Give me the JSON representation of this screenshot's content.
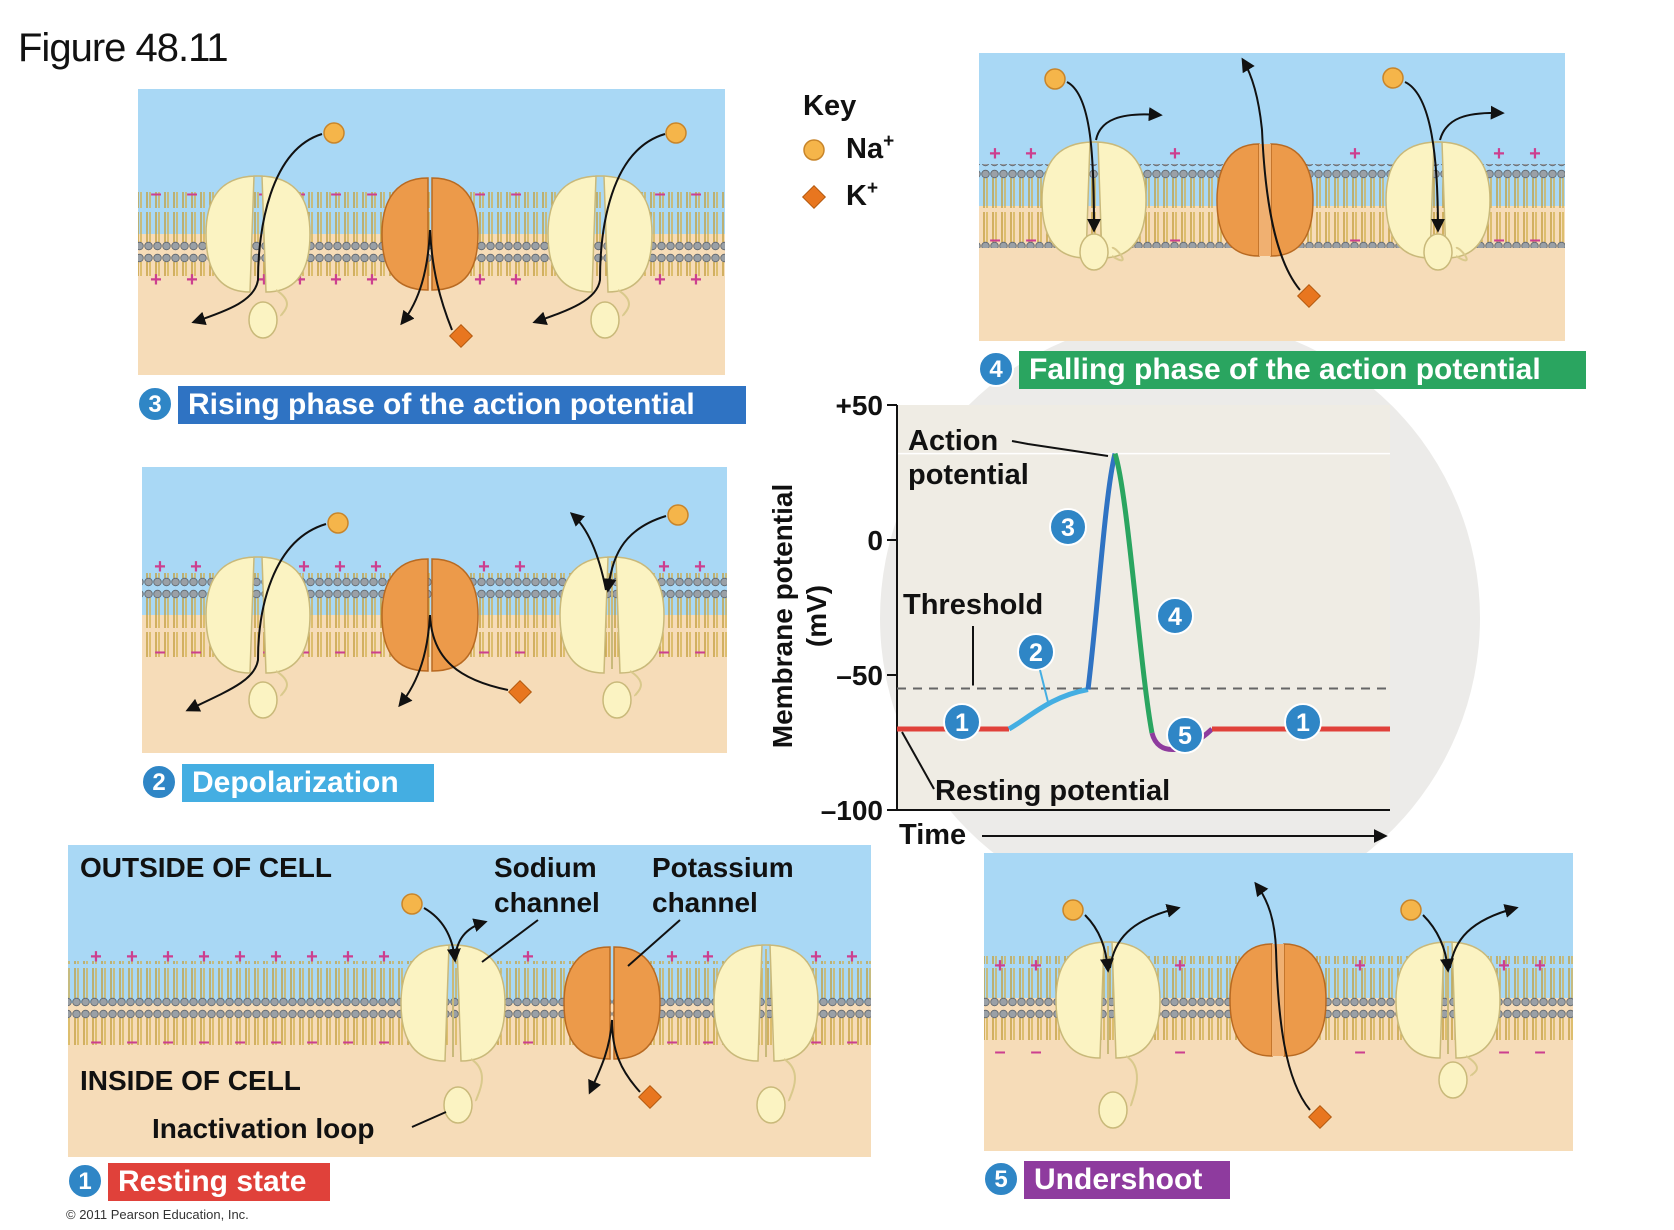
{
  "figure_title": "Figure 48.11",
  "copyright": "© 2011 Pearson Education, Inc.",
  "colors": {
    "outside": "#a9d8f5",
    "inside": "#f6dcb8",
    "na_channel": "#fbf3c2",
    "k_channel": "#ec9a4a",
    "na_ion": "#f5b54a",
    "k_ion": "#e8761f",
    "badge": "#2f86c6",
    "phase_resting": "#e0413a",
    "phase_depolarization": "#44aee2",
    "phase_rising": "#2f73c3",
    "phase_falling": "#2aa560",
    "phase_undershoot": "#8e3b9e",
    "graph_bg": "#efece4"
  },
  "key": {
    "title": "Key",
    "na_label": "Na",
    "na_charge": "+",
    "k_label": "K",
    "k_charge": "+"
  },
  "panels": {
    "resting": {
      "number": "1",
      "label": "Resting state",
      "outside_label": "OUTSIDE OF CELL",
      "inside_label": "INSIDE OF CELL",
      "sodium_line1": "Sodium",
      "sodium_line2": "channel",
      "potassium_line1": "Potassium",
      "potassium_line2": "channel",
      "inactivation_label": "Inactivation loop"
    },
    "depolarization": {
      "number": "2",
      "label": "Depolarization"
    },
    "rising": {
      "number": "3",
      "label": "Rising phase of the action potential"
    },
    "falling": {
      "number": "4",
      "label": "Falling phase of the action potential"
    },
    "undershoot": {
      "number": "5",
      "label": "Undershoot"
    },
    "membrane_signs": {
      "plus": "+",
      "minus": "–"
    }
  },
  "graph": {
    "ylabel_line1": "Membrane potential",
    "ylabel_line2": "(mV)",
    "ytick_top": "+50",
    "ytick_mid": "0",
    "ytick_low": "–50",
    "ytick_bottom": "–100",
    "xlabel": "Time",
    "action_line1": "Action",
    "action_line2": "potential",
    "threshold_label": "Threshold",
    "resting_label": "Resting potential",
    "phase_numbers": [
      "1",
      "2",
      "3",
      "4",
      "5",
      "1"
    ],
    "values_mv": {
      "resting": -70,
      "threshold": -55,
      "peak": 32,
      "undershoot": -78,
      "ymax": 50,
      "ymin": -100
    }
  }
}
